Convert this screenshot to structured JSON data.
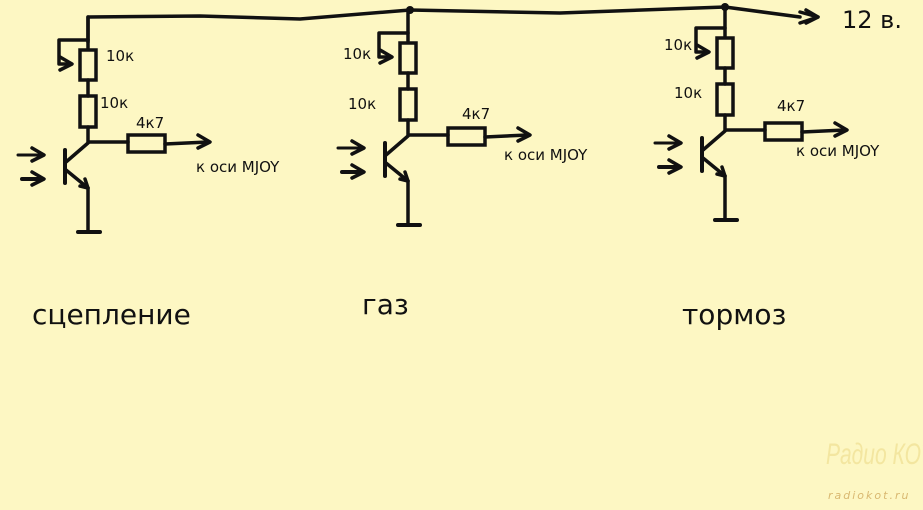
{
  "supply_label": "12 в.",
  "circuits": [
    {
      "name": "сцепление",
      "r1": "10к",
      "r2": "10к",
      "r3": "4к7",
      "output": "к оси MJOY"
    },
    {
      "name": "газ",
      "r1": "10к",
      "r2": "10к",
      "r3": "4к7",
      "output": "к оси MJOY"
    },
    {
      "name": "тормоз",
      "r1": "10к",
      "r2": "10к",
      "r3": "4к7",
      "output": "к оси MJOY"
    }
  ],
  "watermark": {
    "title": "Радио КОТ",
    "site": "radiokot.ru"
  },
  "colors": {
    "background": "#fdf7c3",
    "ink": "#111111"
  }
}
